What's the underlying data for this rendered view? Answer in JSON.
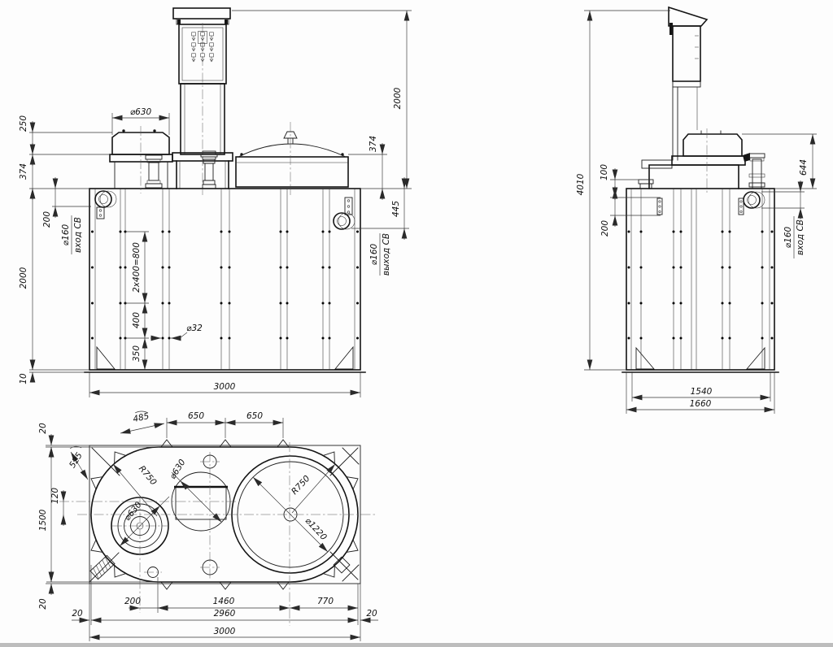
{
  "drawing": {
    "kind": "technical-orthographic-drawing",
    "line_color": "#141414",
    "background": "#fdfdfd",
    "views": [
      "front-view",
      "side-view",
      "plan-view"
    ]
  },
  "front": {
    "dims": {
      "lid_dia": "⌀630",
      "lid_h": "250",
      "collar_h": "374",
      "mast_h": "2000",
      "dome_h": "374",
      "outlet_drop": "445",
      "inlet_drop": "200",
      "inlet_dia": "⌀160",
      "inlet_label": "вход СВ",
      "outlet_dia": "⌀160",
      "outlet_label": "выход СВ",
      "tank_h": "2000",
      "base_t": "10",
      "rows_span": "2x400=800",
      "row_step": "400",
      "row_bottom": "350",
      "hole_dia": "⌀32",
      "tank_w": "3000"
    }
  },
  "side": {
    "dims": {
      "total_h": "4010",
      "stub_h": "100",
      "bracket_span": "200",
      "lid_h": "644",
      "inlet_dia": "⌀160",
      "inlet_label": "вход СВ",
      "inner_w": "1540",
      "outer_w": "1660"
    }
  },
  "plan": {
    "dims": {
      "gap_top": "20",
      "arc_485": "485",
      "arc_525": "525",
      "pitch_1": "650",
      "pitch_2": "650",
      "offset_120": "120",
      "body_w": "1500",
      "gap_bottom": "20",
      "r_left": "R750",
      "r_right": "R750",
      "dia_left": "⌀630",
      "dia_mid": "⌀630",
      "dia_manhole": "⌀1220",
      "off_200": "200",
      "span_1460": "1460",
      "span_770": "770",
      "gap_left": "20",
      "span_2960": "2960",
      "gap_right": "20",
      "total_w": "3000"
    }
  }
}
